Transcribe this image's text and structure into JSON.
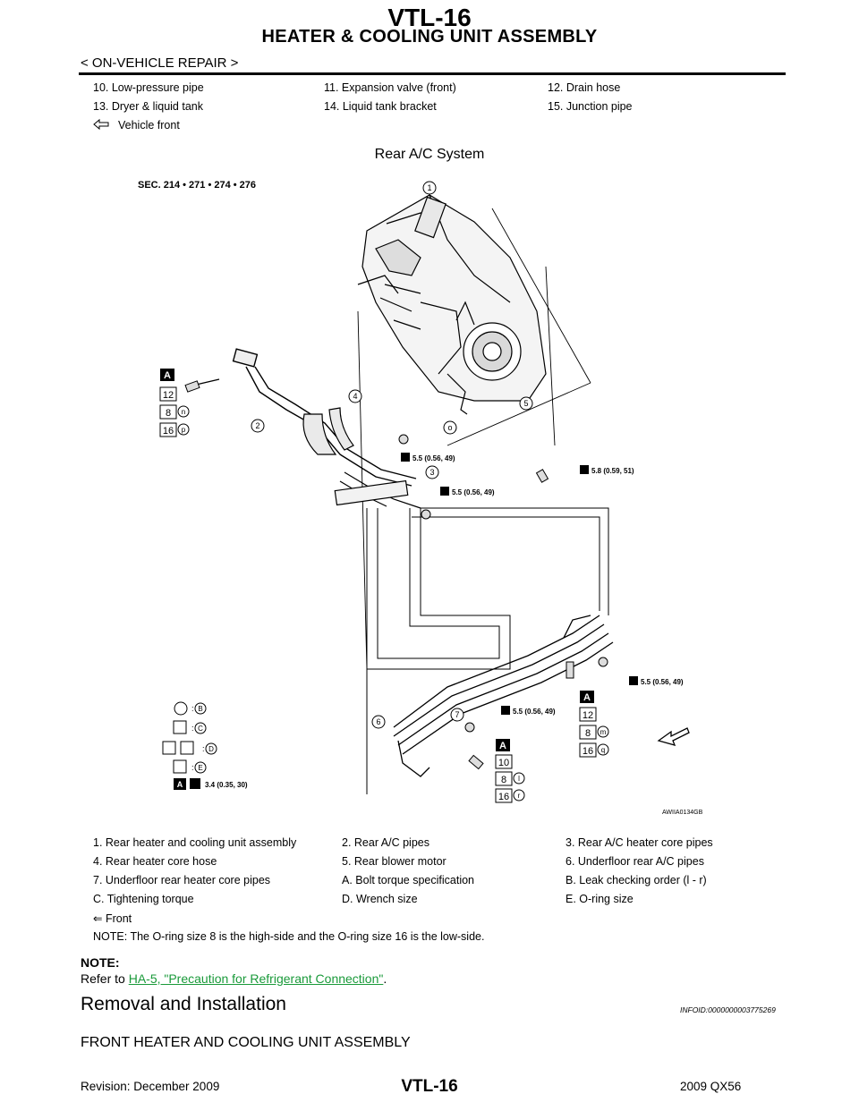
{
  "header": {
    "title": "HEATER & COOLING UNIT ASSEMBLY",
    "subtitle": "< ON-VEHICLE REPAIR >"
  },
  "top_legend": {
    "rows": [
      [
        "10. Low-pressure pipe",
        "11. Expansion valve (front)",
        "12. Drain hose"
      ],
      [
        "13. Dryer & liquid tank",
        "14. Liquid tank bracket",
        "15. Junction pipe"
      ]
    ],
    "front_label": "Vehicle front"
  },
  "figure": {
    "title": "Rear A/C System",
    "sec": "SEC. 214 • 271 • 274 • 276",
    "image_id": "AWIIA0134GB",
    "callouts": [
      "1",
      "2",
      "3",
      "4",
      "5",
      "6",
      "7"
    ],
    "torques": [
      "5.5 (0.56, 49)",
      "5.5 (0.56, 49)",
      "5.8 (0.59, 51)",
      "5.5 (0.56, 49)",
      "5.5 (0.56, 49)",
      "3.4 (0.35, 30)"
    ],
    "oring_left": {
      "badge": "A",
      "size1": "12",
      "size2": "8",
      "size3": "16",
      "c2": "n",
      "c3": "p"
    },
    "oring_right": {
      "badge": "A",
      "size1": "12",
      "size2": "8",
      "size3": "16",
      "c2": "m",
      "c3": "q"
    },
    "oring_bottom": {
      "badge": "A",
      "size1": "10",
      "size2": "8",
      "size3": "16",
      "c2": "l",
      "c3": "r"
    },
    "key": {
      "b": "B",
      "c": "C",
      "d": "D",
      "e": "E",
      "a": "A"
    },
    "letter_o": "o"
  },
  "bottom_legend": {
    "rows": [
      [
        "1. Rear heater and cooling unit assembly",
        "2. Rear A/C pipes",
        "3. Rear A/C heater core pipes"
      ],
      [
        "4. Rear heater core hose",
        "5. Rear blower motor",
        "6. Underfloor rear A/C pipes"
      ],
      [
        "7. Underfloor rear heater core pipes",
        "A. Bolt torque specification",
        "B. Leak checking order (l - r)"
      ],
      [
        "C. Tightening torque",
        "D. Wrench size",
        "E. O-ring size"
      ]
    ],
    "front": "⇐ Front",
    "note": "NOTE: The O-ring size 8 is the high-side and the O-ring size 16 is the low-side."
  },
  "note": {
    "heading": "NOTE:",
    "prefix": "Refer to ",
    "link": "HA-5, \"Precaution for Refrigerant Connection\"",
    "suffix": "."
  },
  "section": {
    "title": "Removal and Installation",
    "id": "INFOID:0000000003775269",
    "subtitle": "FRONT HEATER AND COOLING UNIT ASSEMBLY"
  },
  "footer": {
    "revision": "Revision: December 2009",
    "page": "VTL-16",
    "model": "2009 QX56"
  }
}
